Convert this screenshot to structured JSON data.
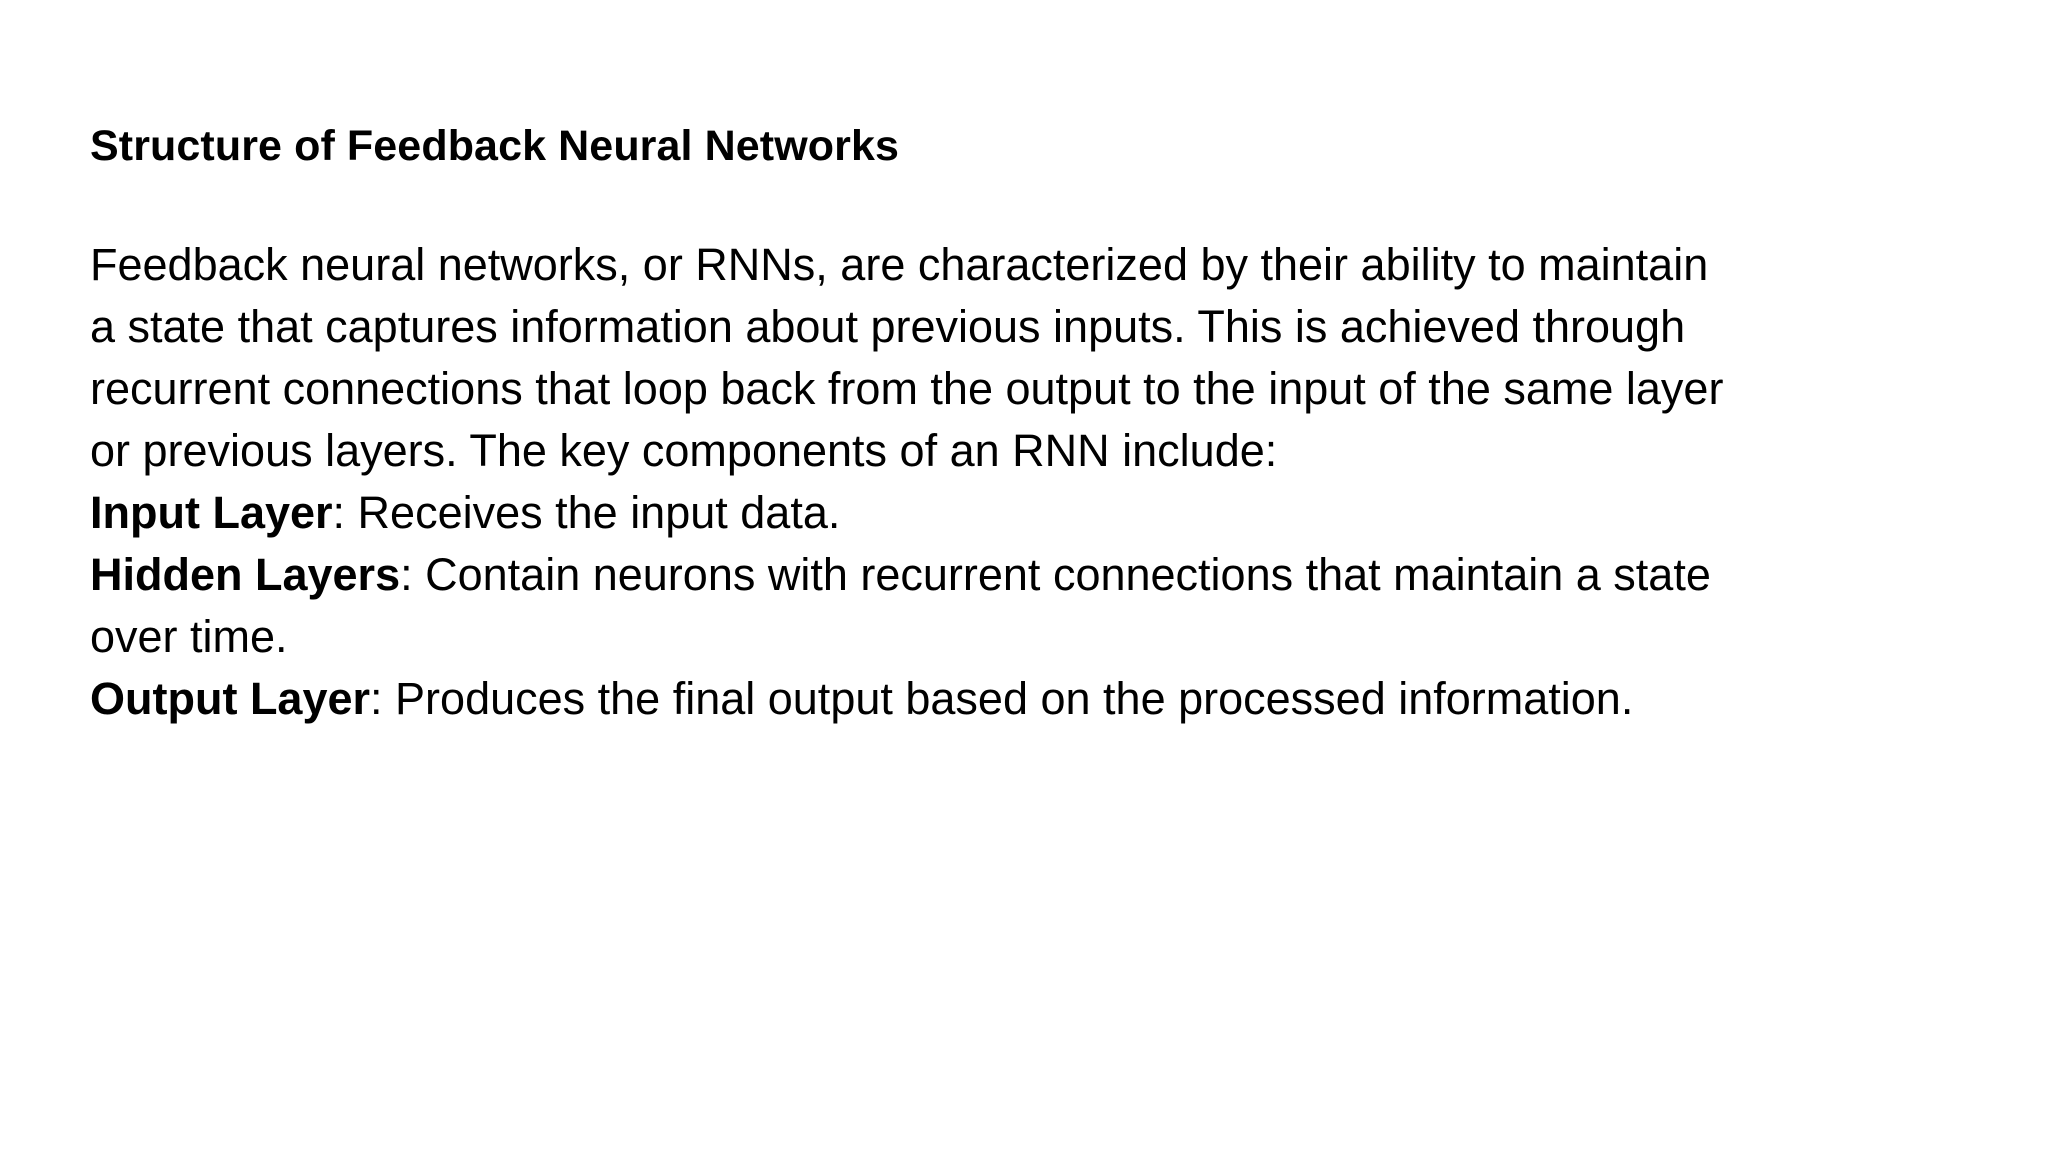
{
  "slide": {
    "title": "Structure of Feedback Neural Networks",
    "background_color": "#ffffff",
    "text_color": "#000000",
    "paragraph": {
      "lines": [
        "Feedback neural networks, or RNNs, are characterized by their ability to maintain",
        "a state that captures information about previous inputs. This is achieved through",
        "recurrent connections that loop back from the output to the input of the same layer",
        "or previous layers. The key components of an RNN include:"
      ]
    },
    "components": [
      {
        "term": "Input Layer",
        "rest": ": Receives the input data.",
        "continuation": ""
      },
      {
        "term": "Hidden Layers",
        "rest": ": Contain neurons with recurrent connections that maintain a state",
        "continuation": "over time."
      },
      {
        "term": "Output Layer",
        "rest": ": Produces the final output based on the processed information.",
        "continuation": ""
      }
    ]
  }
}
